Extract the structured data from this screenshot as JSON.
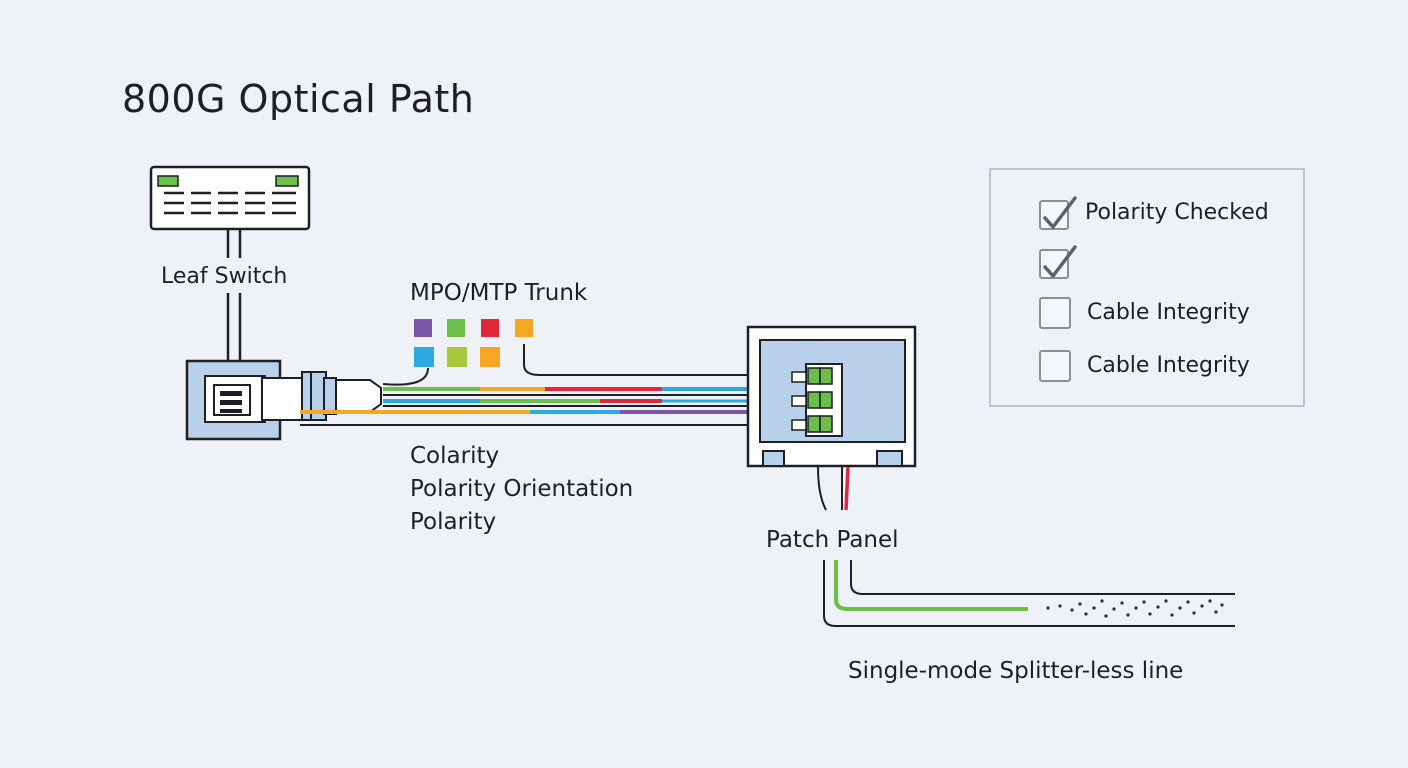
{
  "title": "800G Optical Path",
  "leaf_switch": {
    "label": "Leaf Switch"
  },
  "trunk": {
    "label": "MPO/MTP Trunk",
    "fiber_colors": [
      "#7b57a8",
      "#6cc04a",
      "#e0283a",
      "#f5a623",
      "#2ea8e0",
      "#a8c83c",
      "#f5a623"
    ]
  },
  "polarity_labels": [
    "Colarity",
    "Polarity Orientation",
    "Polarity"
  ],
  "patch_panel": {
    "label": "Patch Panel"
  },
  "single_mode": {
    "label": "Single-mode Splitter-less line"
  },
  "checklist": {
    "items": [
      {
        "label": "Polarity Checked",
        "checked": true
      },
      {
        "label": "",
        "checked": true
      },
      {
        "label": "Cable Integrity",
        "checked": false
      },
      {
        "label": "Cable Integrity",
        "checked": false
      }
    ]
  },
  "colors": {
    "green": "#6cc04a",
    "orange": "#f5a623",
    "red": "#e0283a",
    "blue": "#2ea8e0",
    "purple": "#7b57a8",
    "panel_fill": "#b8d0ea"
  }
}
